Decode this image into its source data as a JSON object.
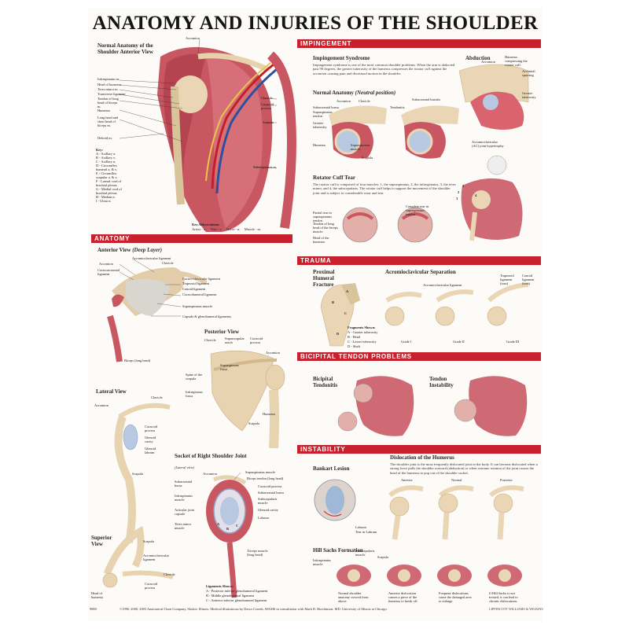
{
  "title": "ANATOMY AND INJURIES OF THE SHOULDER",
  "sections": {
    "impingement": "IMPINGEMENT",
    "anatomy": "ANATOMY",
    "trauma": "TRAUMA",
    "bicipital": "BICIPITAL TENDON PROBLEMS",
    "instability": "INSTABILITY"
  },
  "normal_anatomy": {
    "heading": "Normal Anatomy of the Shoulder Anterior View",
    "labels": {
      "acromion": "Acromion",
      "infraspinatus": "Infraspinatus m.",
      "head_humerus": "Head of humerus",
      "teres_minor": "Teres minor m.",
      "transverse_lig": "Transverse ligament",
      "tendon_long_head": "Tendon of long head of biceps m.",
      "humerus": "Humerus",
      "long_short_head": "Long head and short head of biceps m.",
      "deltoid": "Deltoid m.",
      "clavicle": "Clavicle",
      "coracoid": "Coracoid process",
      "scapula": "Scapula",
      "subscapularis": "Subscapularis m."
    },
    "key_title": "Key:",
    "key": [
      "A - Axillary a.",
      "B - Axillary v.",
      "C - Axillary n.",
      "D - Circumflex humeral a. & v.",
      "E - Circumflex scapular a. & v.",
      "F - Lateral cord of brachial plexus",
      "G - Medial cord of brachial plexus",
      "H - Median n.",
      "I - Ulnar n."
    ],
    "abbr_title": "Key Abbreviations",
    "abbr": "Artery - a.     Vein - v.     Nerve - n.     Muscle - m."
  },
  "impingement": {
    "heading": "Impingement Syndrome",
    "text": "Impingement syndrome is one of the most common shoulder problems. When the arm is abducted past 90 degrees, the greater tuberosity of the humerus compresses the rotator cuff against the acromion causing pain and decreased motion in the shoulder.",
    "abduction": "Abduction",
    "abduction_labels": [
      "Acromion",
      "Humerus compressing the rotator cuff",
      "Acromial spurring",
      "Greater tuberosity"
    ],
    "normal_heading": "Normal Anatomy",
    "normal_sub": "(Neutral position)",
    "normal_labels": [
      "Subacromial bursa",
      "Acromion",
      "Clavicle",
      "Supraspinatus tendon",
      "Greater tuberosity",
      "Humerus",
      "Supraspinatus muscle",
      "Scapula",
      "Subacromial bursitis",
      "Tendonitis"
    ],
    "ac_label": "Acromioclavicular (AC) joint hypertrophy"
  },
  "rotator": {
    "heading": "Rotator Cuff Tear",
    "text": "The rotator cuff is comprised of four muscles: 1, the supraspinatus, 2, the infraspinatus, 3, the teres minor, and 4, the subscapularis. The rotator cuff helps to support the movement of the shoulder joint and is subject to considerable wear and tear.",
    "labels": [
      "Partial tear in supraspinatus tendon",
      "Tendon of long head of the biceps muscle",
      "Head of the humerus",
      "Complete tear in supraspinatus tendon"
    ],
    "numbers": [
      "1",
      "2",
      "3",
      "4"
    ]
  },
  "anatomy_deep": {
    "heading": "Anterior View",
    "sub": "(Deep Layer)",
    "labels": [
      "Acromioclavicular ligament",
      "Acromion",
      "Clavicle",
      "Coracoacromial ligament",
      "Coraco-clavicular ligament",
      "Trapezoid ligament",
      "Conoid ligament",
      "Coracohumeral ligament",
      "Supraspinatus muscle",
      "Capsule & glenohumeral ligaments",
      "Biceps (long head)"
    ]
  },
  "posterior": {
    "heading": "Posterior View",
    "labels": [
      "Clavicle",
      "Suprascapular notch",
      "Coracoid process",
      "Acromion",
      "Supraspinous fossa",
      "Spine of the scapula",
      "Infraspinous fossa",
      "Humerus",
      "Scapula"
    ]
  },
  "lateral": {
    "heading": "Lateral View",
    "labels": [
      "Clavicle",
      "Acromion",
      "Coracoid process",
      "Glenoid cavity",
      "Glenoid labrum",
      "Scapula"
    ]
  },
  "socket": {
    "heading": "Socket of Right Shoulder Joint",
    "sub": "(Lateral view)",
    "labels": [
      "Acromion",
      "Subacromial bursa",
      "Infraspinatus muscle",
      "Articular joint capsule",
      "Teres minor muscle",
      "Supraspinatus muscle",
      "Biceps tendon (long head)",
      "Coracoid process",
      "Subacromial bursa",
      "Subscapularis muscle",
      "Glenoid cavity",
      "Labrum",
      "Triceps muscle (long head)"
    ],
    "letters": [
      "A",
      "B",
      "C"
    ],
    "lig_title": "Ligaments Shown:",
    "ligaments": [
      "A - Posterior inferior glenohumeral ligament",
      "B - Middle glenohumeral ligament",
      "C - Anterior inferior glenohumeral ligament"
    ]
  },
  "superior": {
    "heading": "Superior View",
    "labels": [
      "Scapula",
      "Acromioclavicular ligament",
      "Clavicle",
      "Coracoid process",
      "Head of humerus"
    ]
  },
  "trauma": {
    "fracture_heading": "Proximal Humeral Fracture",
    "letters": [
      "A",
      "B",
      "C",
      "D"
    ],
    "fragments_title": "Fragments Shown:",
    "fragments": [
      "A - Greater tuberosity",
      "B - Head",
      "C - Lesser tuberosity",
      "D - Shaft"
    ],
    "ac_heading": "Acromioclavicular Separation",
    "ac_labels": [
      "Acromioclavicular ligament",
      "Trapezoid ligament (torn)",
      "Conoid ligament (torn)"
    ],
    "grades": [
      "Grade I",
      "Grade II",
      "Grade III"
    ]
  },
  "bicipital": {
    "tendonitis": "Bicipital Tendonitis",
    "instability": "Tendon Instability"
  },
  "instability": {
    "bankart": "Bankart Lesion",
    "bankart_labels": [
      "Labrum",
      "Tear in Labrum"
    ],
    "dislocation_heading": "Dislocation of the Humerus",
    "dislocation_text": "The shoulder joint is the most frequently dislocated joint in the body. It can become dislocated when a strong force pulls the shoulder outward (abduction) or when extreme rotation of the joint causes the head of the humerus to pop out of the shoulder socket.",
    "positions": [
      "Anterior",
      "Normal",
      "Posterior"
    ],
    "hill_sachs": "Hill Sachs Formation",
    "hs_labels": [
      "Subscapularis muscle",
      "Scapula",
      "Infraspinatus muscle"
    ],
    "captions": [
      "Normal shoulder anatomy viewed from above.",
      "Anterior dislocation causes a piece of the humerus to break off.",
      "Frequent dislocations cause the damaged area to enlarge.",
      "If Hill Sachs is not treated, it can lead to chronic dislocations."
    ]
  },
  "footer": {
    "code": "9880",
    "credit": "©1990, 2000, 2003 Anatomical Chart Company, Skokie, Illinois. Medical illustrations by Dawn Cornils, MAMS in consultation with Mark R. Hutchinson, MD, University of Illinois at Chicago.",
    "publisher": "LIPPINCOTT WILLIAMS & WILKINS"
  },
  "colors": {
    "band": "#c8202d",
    "muscle": "#c8505a",
    "bone": "#ecd9b8",
    "cartilage": "#9fb8d8",
    "artery": "#c41e2a",
    "vein": "#2d4f9e",
    "nerve": "#e8c64a"
  }
}
